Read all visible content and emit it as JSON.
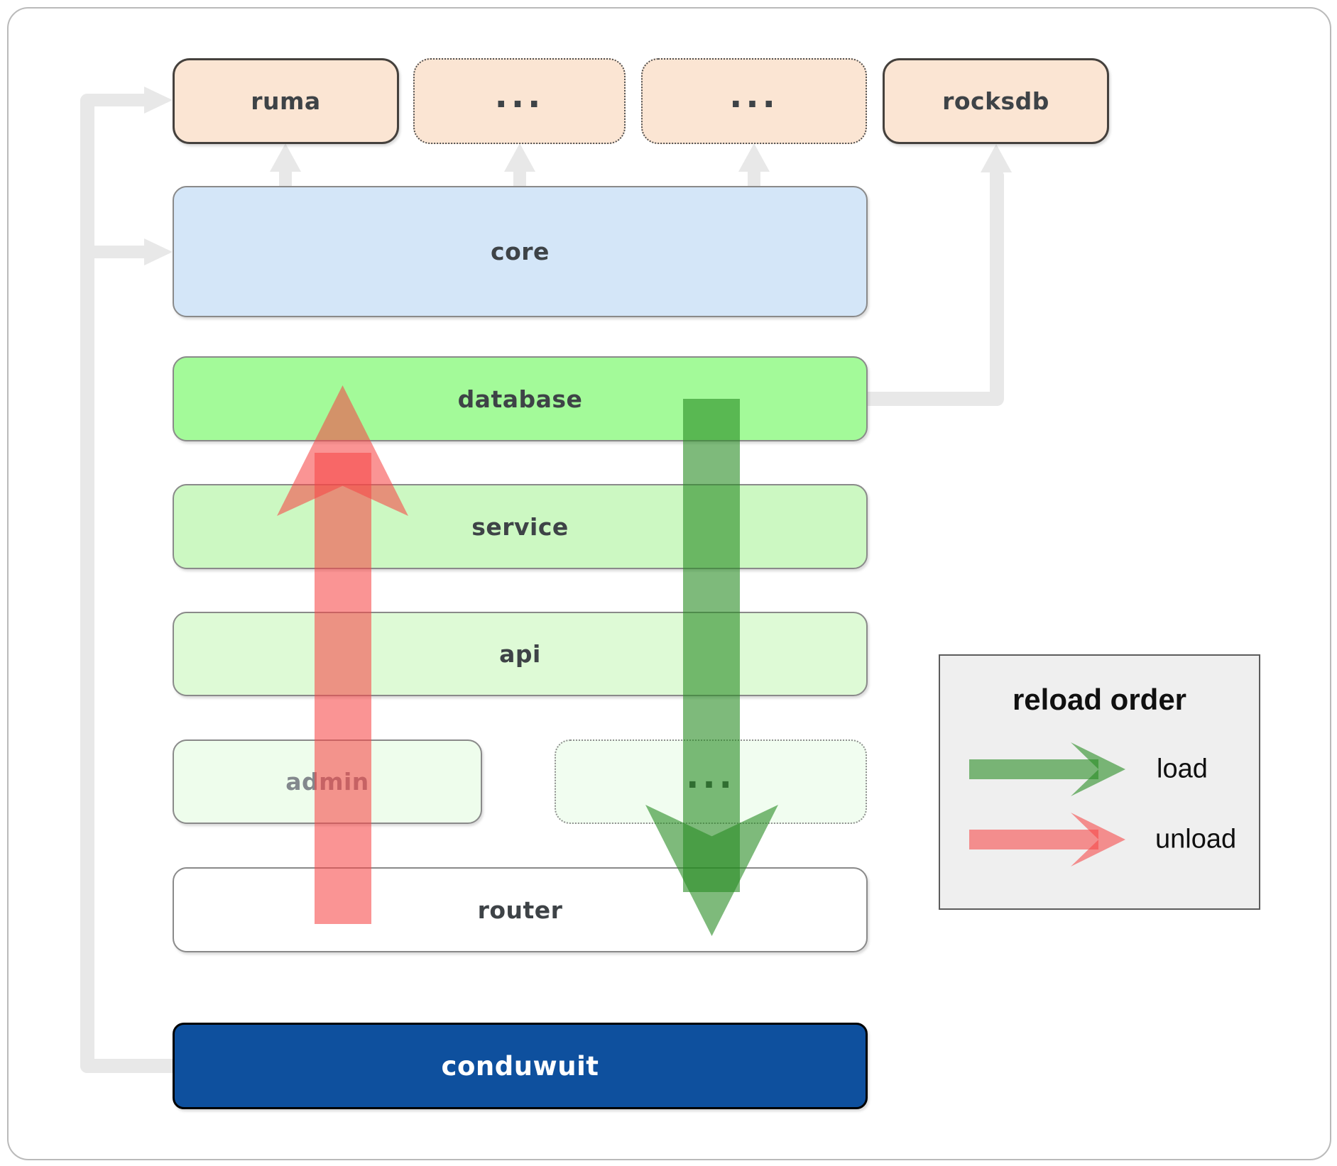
{
  "diagram": {
    "nodes": {
      "ruma": {
        "label": "ruma"
      },
      "top_ellipsis_1": {
        "label": "..."
      },
      "top_ellipsis_2": {
        "label": "..."
      },
      "rocksdb": {
        "label": "rocksdb"
      },
      "core": {
        "label": "core"
      },
      "database": {
        "label": "database"
      },
      "service": {
        "label": "service"
      },
      "api": {
        "label": "api"
      },
      "admin": {
        "label": "admin"
      },
      "admin_row_ellipsis": {
        "label": "..."
      },
      "router": {
        "label": "router"
      },
      "conduwuit": {
        "label": "conduwuit"
      }
    },
    "legend": {
      "title": "reload order",
      "items": [
        {
          "label": "load"
        },
        {
          "label": "unload"
        }
      ]
    },
    "colors": {
      "peach_fill": "#fbe5d3",
      "blue_fill": "#d4e6f8",
      "database_fill": "#a3fa99",
      "service_fill": "#ccf8c2",
      "api_fill": "#defad6",
      "admin_fill": "#eefdec",
      "router_fill": "#ffffff",
      "conduwuit_fill": "#0e509e",
      "load_arrow": "rgba(40,140,35,0.60)",
      "unload_arrow": "rgba(246,70,70,0.58)",
      "connector": "#e8e8e8",
      "legend_fill": "#efefef"
    }
  }
}
